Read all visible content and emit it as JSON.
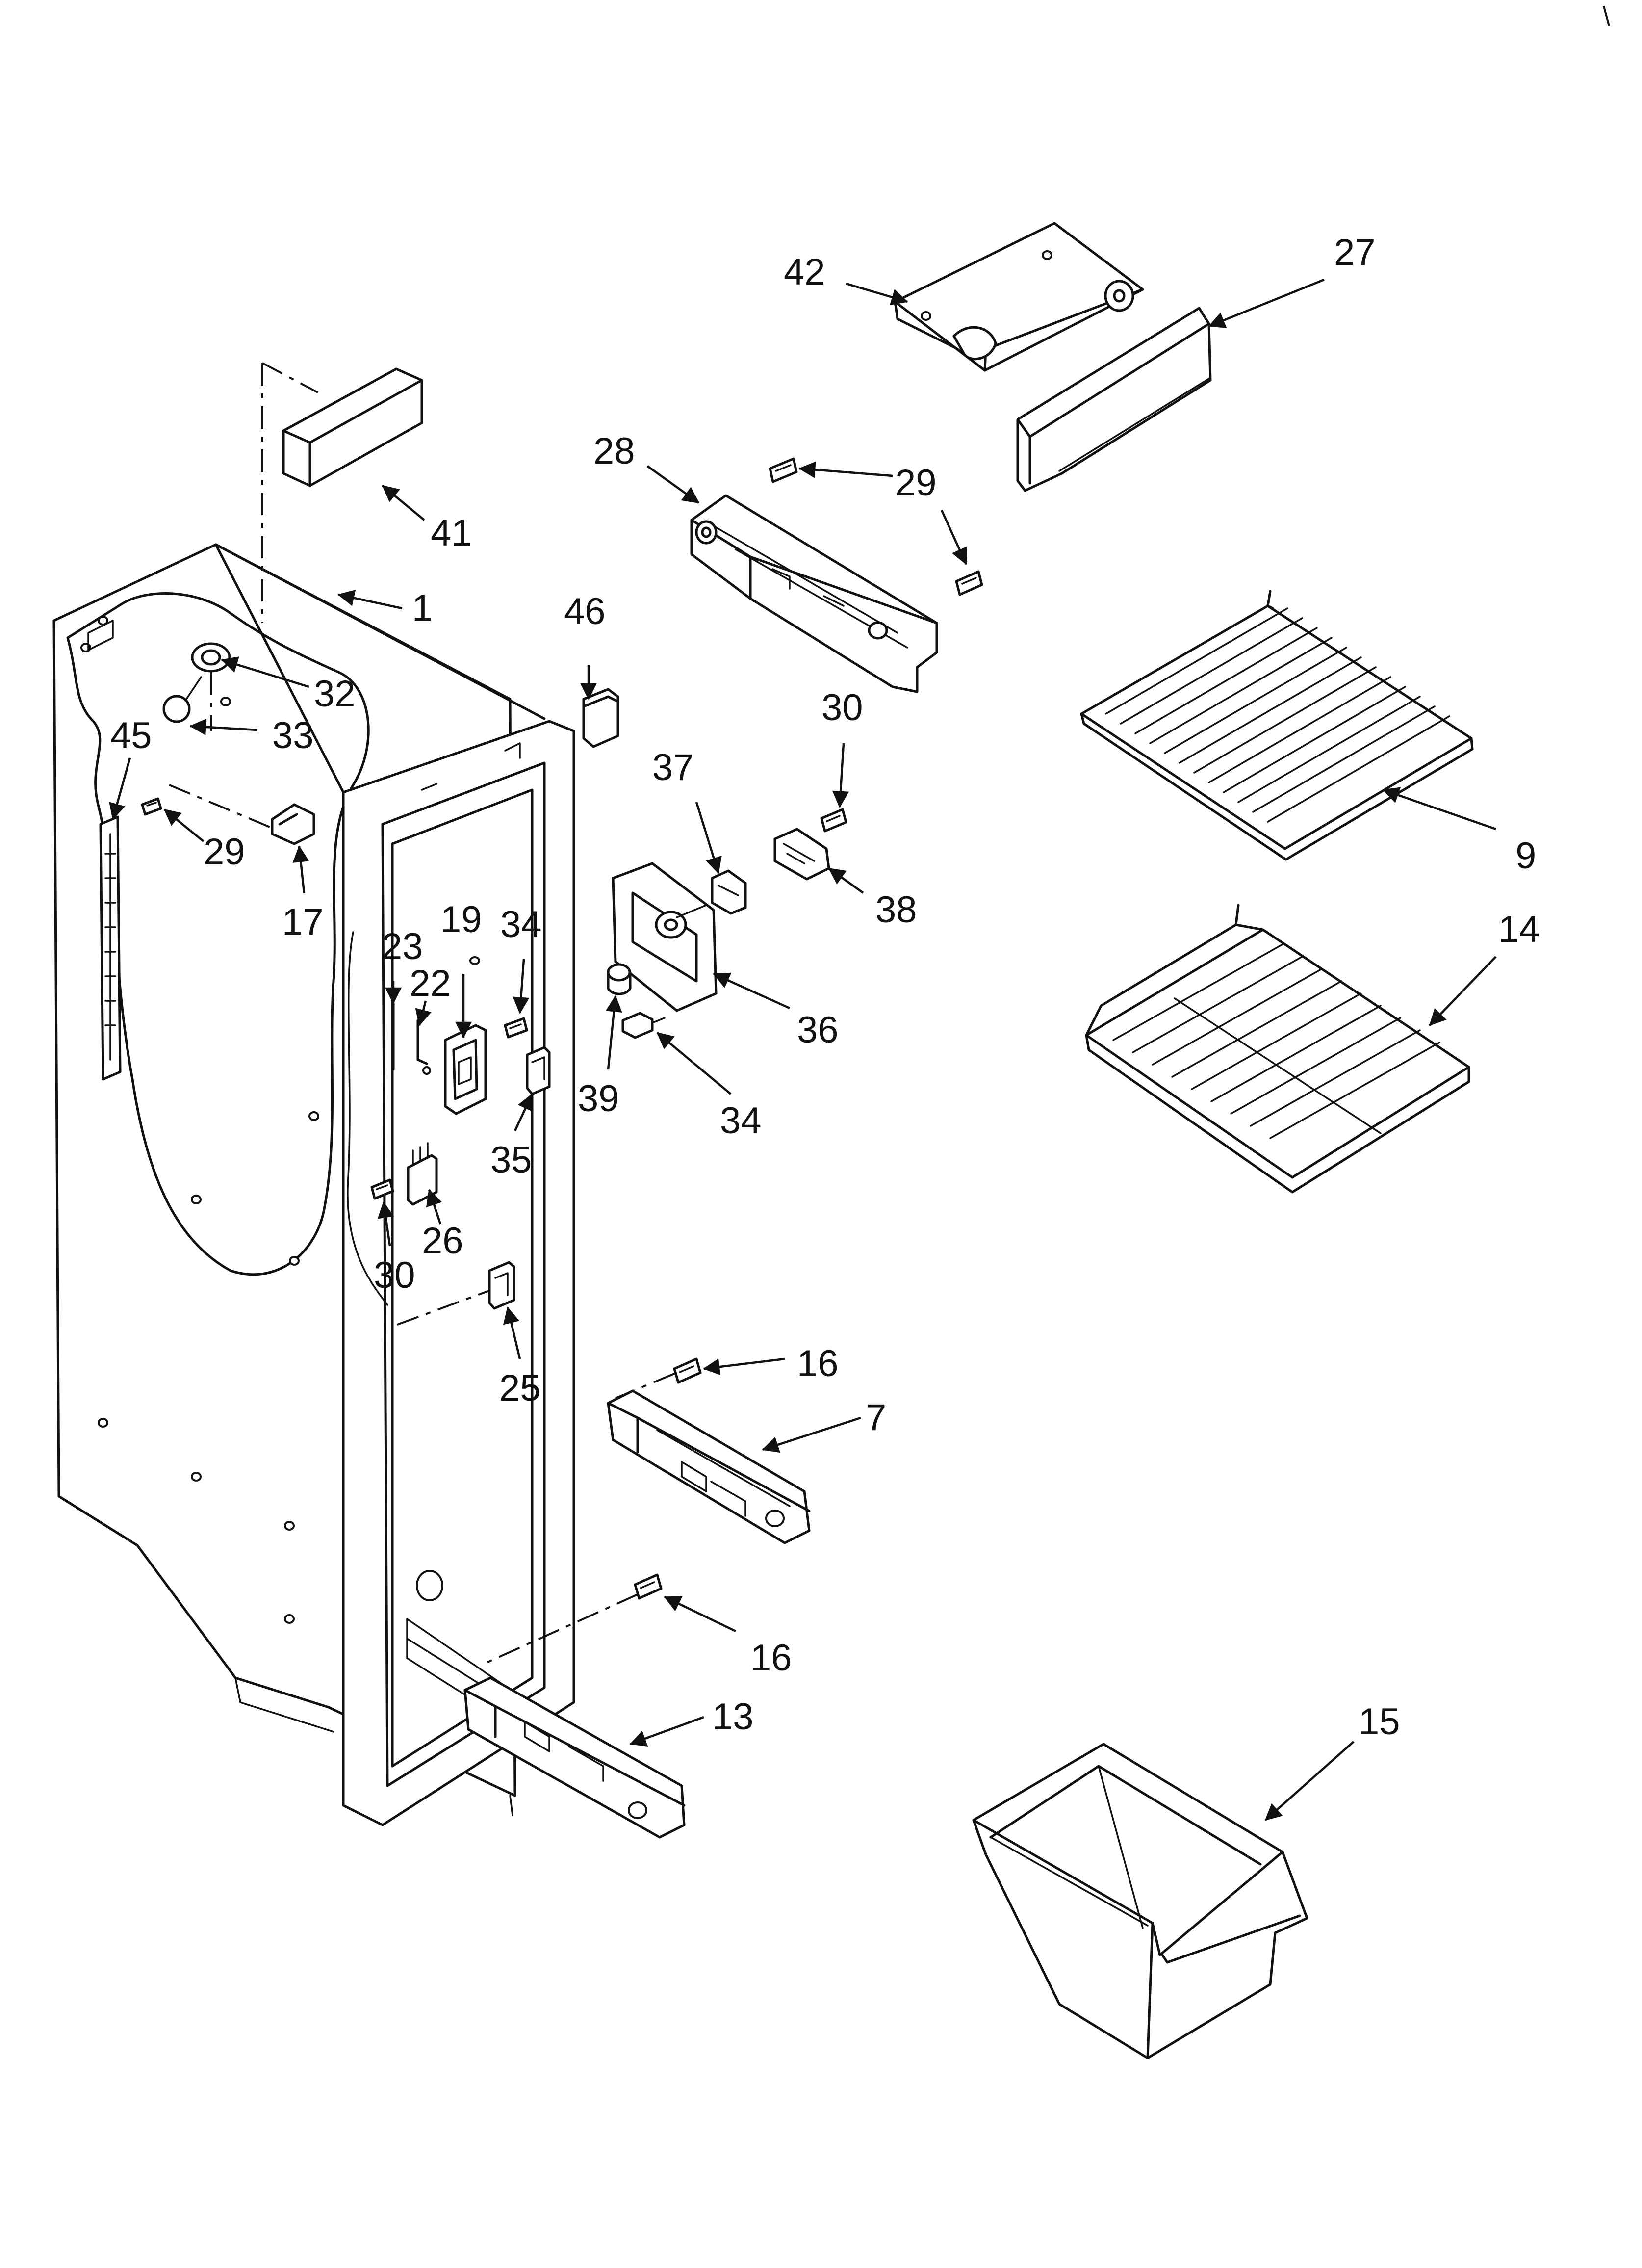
{
  "corner_mark": "\\",
  "callouts": [
    {
      "id": "c42",
      "label": "42"
    },
    {
      "id": "c27",
      "label": "27"
    },
    {
      "id": "c28",
      "label": "28"
    },
    {
      "id": "c29a",
      "label": "29"
    },
    {
      "id": "c41",
      "label": "41"
    },
    {
      "id": "c1",
      "label": "1"
    },
    {
      "id": "c46",
      "label": "46"
    },
    {
      "id": "c32",
      "label": "32"
    },
    {
      "id": "c33",
      "label": "33"
    },
    {
      "id": "c45",
      "label": "45"
    },
    {
      "id": "c30a",
      "label": "30"
    },
    {
      "id": "c29b",
      "label": "29"
    },
    {
      "id": "c37",
      "label": "37"
    },
    {
      "id": "c9",
      "label": "9"
    },
    {
      "id": "c17",
      "label": "17"
    },
    {
      "id": "c38",
      "label": "38"
    },
    {
      "id": "c19",
      "label": "19"
    },
    {
      "id": "c34a",
      "label": "34"
    },
    {
      "id": "c23",
      "label": "23"
    },
    {
      "id": "c14",
      "label": "14"
    },
    {
      "id": "c22",
      "label": "22"
    },
    {
      "id": "c36",
      "label": "36"
    },
    {
      "id": "c39",
      "label": "39"
    },
    {
      "id": "c34b",
      "label": "34"
    },
    {
      "id": "c35",
      "label": "35"
    },
    {
      "id": "c26",
      "label": "26"
    },
    {
      "id": "c30b",
      "label": "30"
    },
    {
      "id": "c25",
      "label": "25"
    },
    {
      "id": "c16a",
      "label": "16"
    },
    {
      "id": "c7",
      "label": "7"
    },
    {
      "id": "c16b",
      "label": "16"
    },
    {
      "id": "c13",
      "label": "13"
    },
    {
      "id": "c15",
      "label": "15"
    }
  ]
}
